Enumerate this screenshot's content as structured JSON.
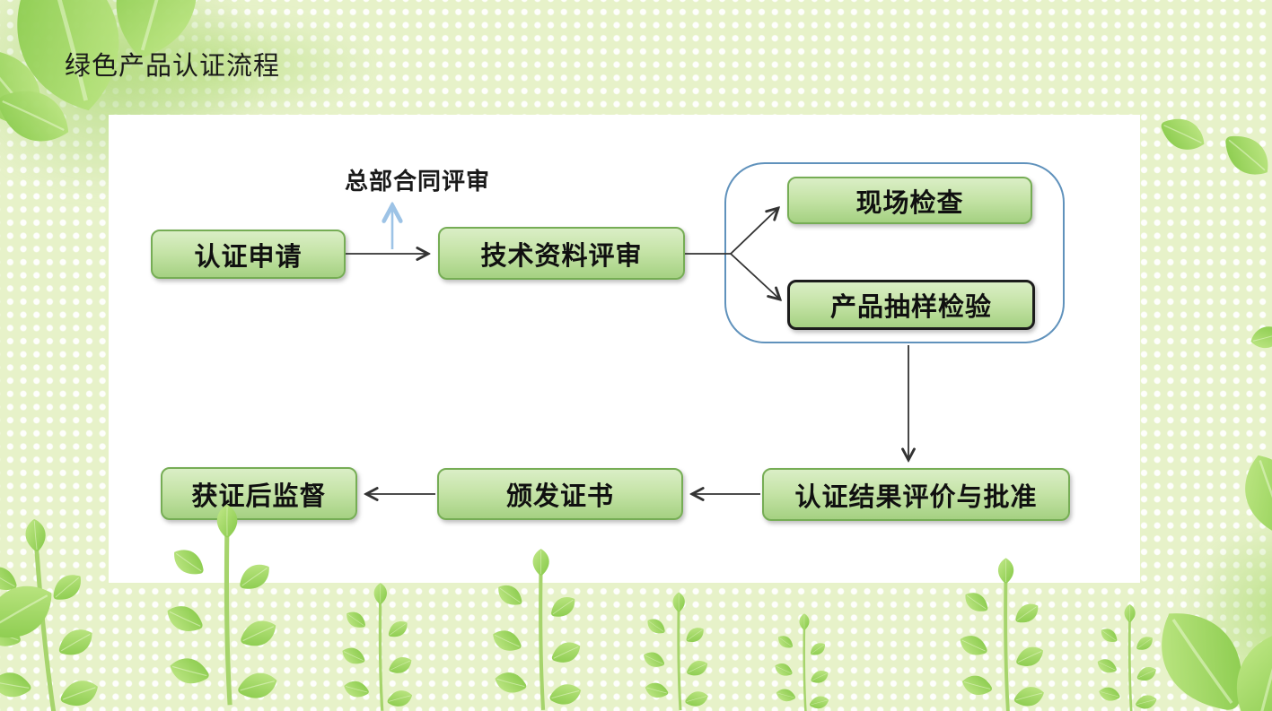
{
  "slide": {
    "title": "绿色产品认证流程"
  },
  "flowchart": {
    "annotation": {
      "label": "总部合同评审"
    },
    "nodes": [
      {
        "id": "certification-application",
        "label": "认证申请"
      },
      {
        "id": "technical-document-review",
        "label": "技术资料评审"
      },
      {
        "id": "on-site-inspection",
        "label": "现场检查"
      },
      {
        "id": "product-sampling-test",
        "label": "产品抽样检验",
        "highlighted": true
      },
      {
        "id": "result-evaluation-and-approval",
        "label": "认证结果评价与批准"
      },
      {
        "id": "certificate-issuance",
        "label": "颁发证书"
      },
      {
        "id": "post-certification-supervision",
        "label": "获证后监督"
      }
    ],
    "edges": [
      {
        "from": "认证申请",
        "to": "技术资料评审"
      },
      {
        "from": "认证申请→技术资料评审",
        "to": "总部合同评审",
        "type": "annotation-up-arrow"
      },
      {
        "from": "技术资料评审",
        "to": "现场检查"
      },
      {
        "from": "技术资料评审",
        "to": "产品抽样检验"
      },
      {
        "from": "现场检查 / 产品抽样检验",
        "to": "认证结果评价与批准"
      },
      {
        "from": "认证结果评价与批准",
        "to": "颁发证书"
      },
      {
        "from": "颁发证书",
        "to": "获证后监督"
      }
    ],
    "colors": {
      "background_base": "#e7f2c9",
      "background_dot": "#ffffff",
      "panel": "#ffffff",
      "node_fill_top": "#daeec6",
      "node_fill_bottom": "#a5d182",
      "node_border": "#76ad55",
      "highlight_border": "#1c1c1c",
      "group_border": "#6092bc",
      "arrow": "#333333",
      "annotation_arrow": "#9dc3e6",
      "text": "#101010"
    }
  }
}
